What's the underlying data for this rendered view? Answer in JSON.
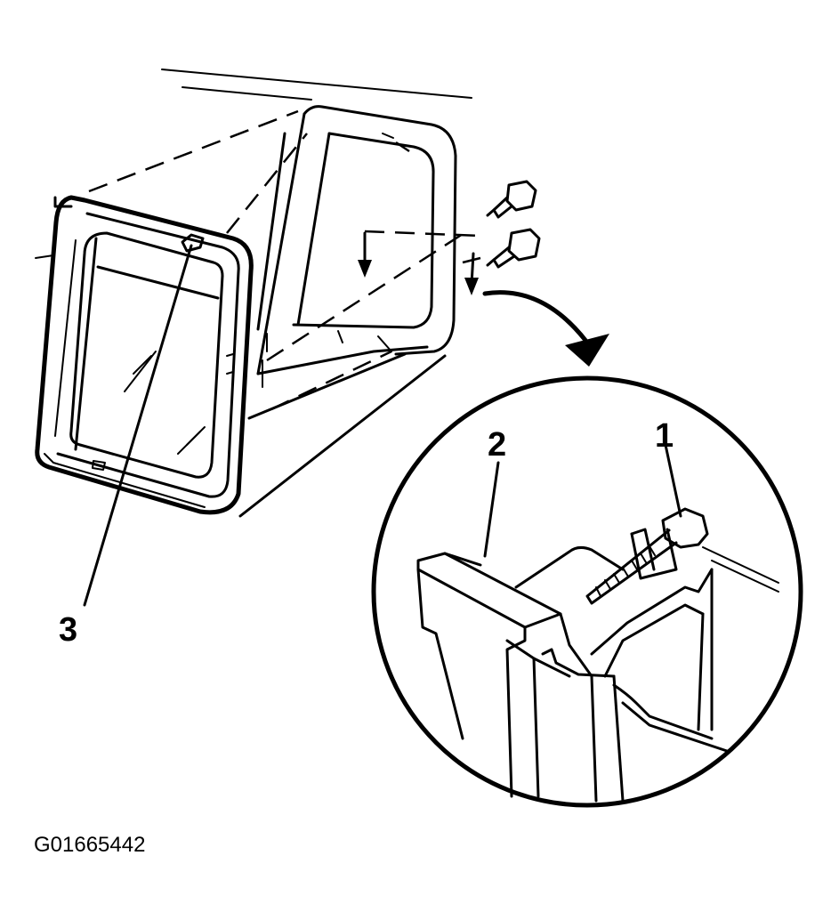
{
  "callouts": {
    "one": "1",
    "two": "2",
    "three": "3"
  },
  "figure_id": "G01665442",
  "colors": {
    "ink": "#000000",
    "paper": "#ffffff"
  }
}
